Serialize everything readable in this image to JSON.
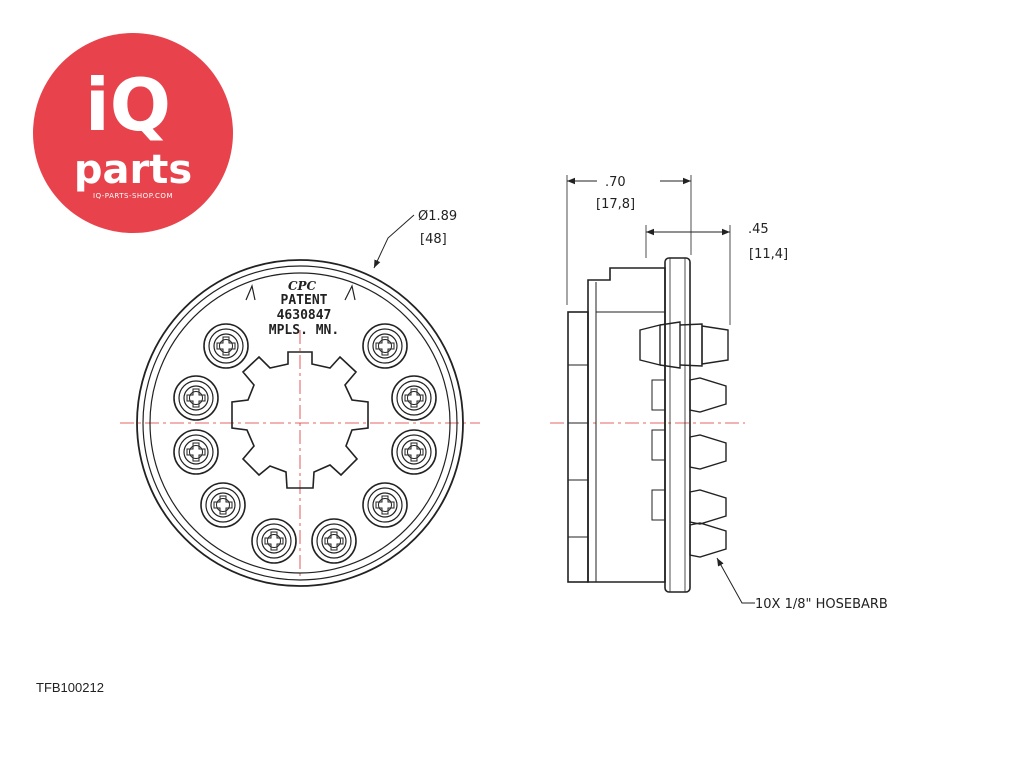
{
  "logo": {
    "brand_iq": "iQ",
    "brand_parts": "parts",
    "website": "IQ-PARTS-SHOP.COM",
    "color": "#e8434c"
  },
  "drawing": {
    "diameter_in": "Ø1.89",
    "diameter_mm": "[48]",
    "depth_in": ".70",
    "depth_mm": "[17,8]",
    "barb_in": ".45",
    "barb_mm": "[11,4]",
    "callout": "10X 1/8\" HOSEBARB",
    "embossing": {
      "brand": "CPC",
      "line1": "PATENT",
      "line2": "4630847",
      "line3": "MPLS. MN."
    }
  },
  "part_number": "TFB100212"
}
